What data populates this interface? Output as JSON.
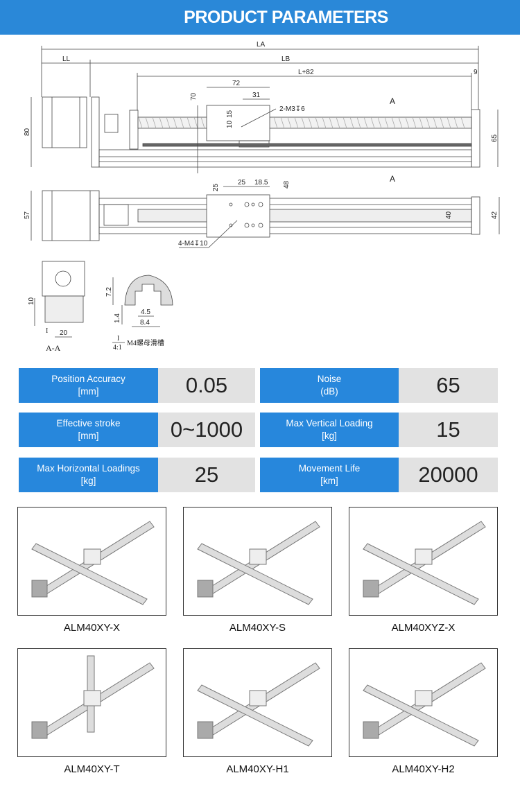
{
  "header": {
    "title": "PRODUCT PARAMETERS"
  },
  "drawing": {
    "dims": {
      "LA": "LA",
      "LL": "LL",
      "LB": "LB",
      "L82": "L+82",
      "d9": "9",
      "d72": "72",
      "d31": "31",
      "d70": "70",
      "d15": "15",
      "d10": "10",
      "m3": "2-M3↧6",
      "A1": "A",
      "A2": "A",
      "d80": "80",
      "d65": "65",
      "d25": "25",
      "d25b": "25",
      "d185": "18.5",
      "d48": "48",
      "d57": "57",
      "d40": "40",
      "d42": "42",
      "m4": "4-M4↧10",
      "d10b": "10",
      "d20": "20",
      "I": "I",
      "AA": "A-A",
      "d72b": "7.2",
      "d14": "1.4",
      "d45": "4.5",
      "d84": "8.4",
      "scaleI": "I",
      "scale": "4:1",
      "slot": "M4螺母滑槽"
    }
  },
  "params": [
    {
      "label": "Position Accuracy",
      "unit": "[mm]",
      "value": "0.05"
    },
    {
      "label": "Noise",
      "unit": "(dB)",
      "value": "65"
    },
    {
      "label": "Effective stroke",
      "unit": "[mm]",
      "value": "0~1000"
    },
    {
      "label": "Max Vertical Loading",
      "unit": "[kg]",
      "value": "15"
    },
    {
      "label": "Max Horizontal Loadings",
      "unit": "[kg]",
      "value": "25"
    },
    {
      "label": "Movement Life",
      "unit": "[km]",
      "value": "20000"
    }
  ],
  "products": [
    {
      "name": "ALM40XY-X"
    },
    {
      "name": "ALM40XY-S"
    },
    {
      "name": "ALM40XYZ-X"
    },
    {
      "name": "ALM40XY-T"
    },
    {
      "name": "ALM40XY-H1"
    },
    {
      "name": "ALM40XY-H2"
    }
  ],
  "colors": {
    "header": "#2a88d8",
    "label_bg": "#2787dc",
    "value_bg": "#e2e2e2"
  }
}
